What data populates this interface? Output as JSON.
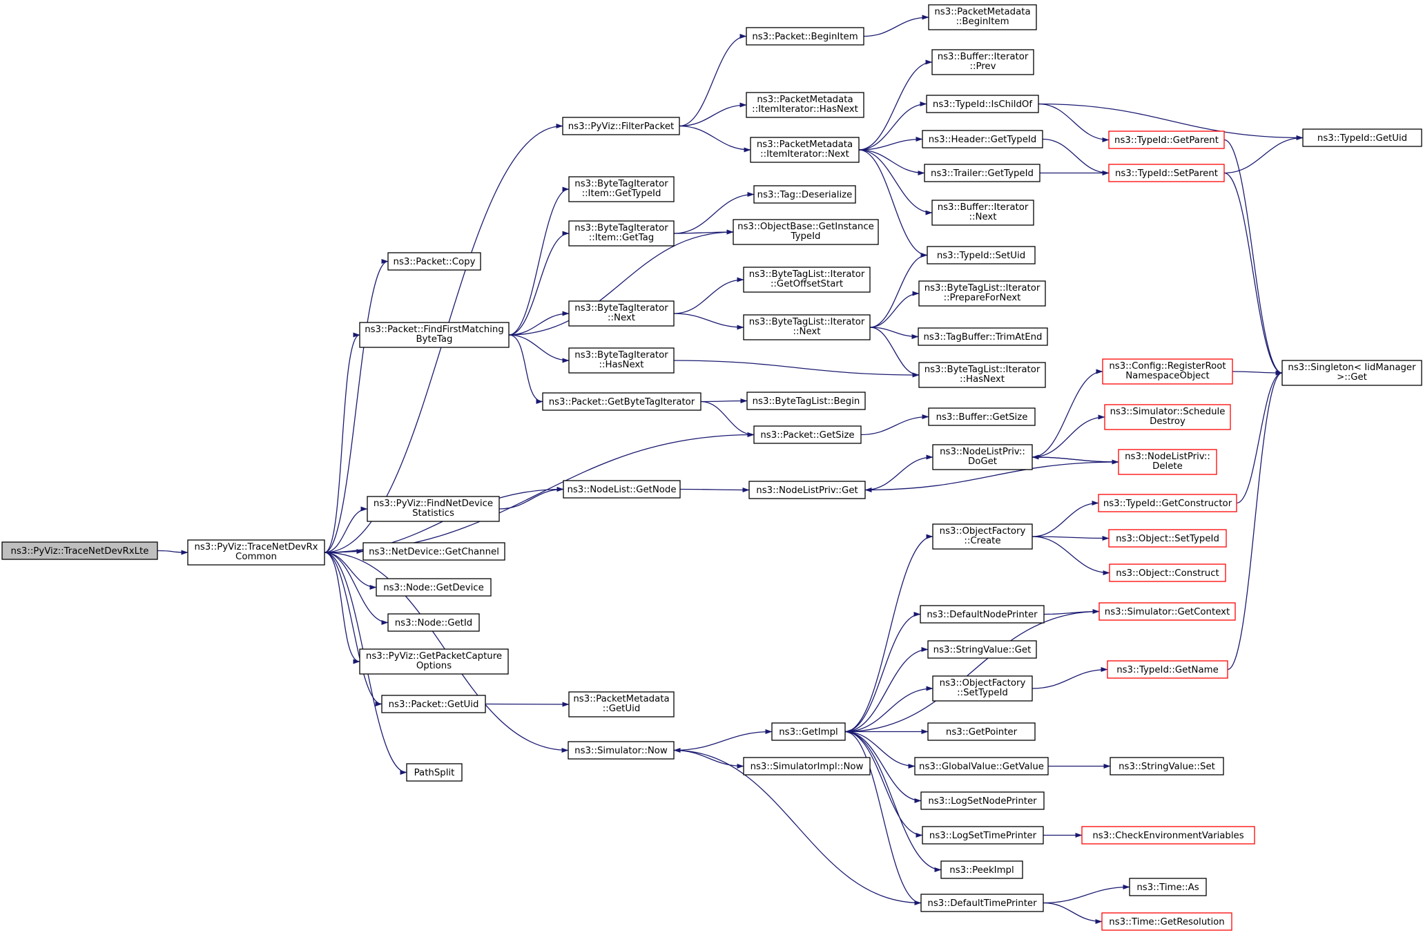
{
  "nodes": {
    "trace_lte": "ns3::PyViz::TraceNetDevRxLte",
    "trace_common": [
      "ns3::PyViz::TraceNetDevRx",
      "Common"
    ],
    "packet_copy": "ns3::Packet::Copy",
    "find_first": [
      "ns3::Packet::FindFirstMatching",
      "ByteTag"
    ],
    "find_netdev_stats": [
      "ns3::PyViz::FindNetDevice",
      "Statistics"
    ],
    "netdevice_getchannel": "ns3::NetDevice::GetChannel",
    "node_getdevice": "ns3::Node::GetDevice",
    "node_getid": "ns3::Node::GetId",
    "get_packet_capture": [
      "ns3::PyViz::GetPacketCapture",
      "Options"
    ],
    "packet_getuid": "ns3::Packet::GetUid",
    "pathsplit": "PathSplit",
    "filter_packet": "ns3::PyViz::FilterPacket",
    "bti_item_gettypeid": [
      "ns3::ByteTagIterator",
      "::Item::GetTypeId"
    ],
    "bti_item_gettag": [
      "ns3::ByteTagIterator",
      "::Item::GetTag"
    ],
    "bti_next": [
      "ns3::ByteTagIterator",
      "::Next"
    ],
    "bti_hasnext": [
      "ns3::ByteTagIterator",
      "::HasNext"
    ],
    "packet_getbytetagiterator": "ns3::Packet::GetByteTagIterator",
    "nodelist_getnode": "ns3::NodeList::GetNode",
    "packetmetadata_getuid": [
      "ns3::PacketMetadata",
      "::GetUid"
    ],
    "simulator_now": "ns3::Simulator::Now",
    "packet_beginitem": "ns3::Packet::BeginItem",
    "pm_itemiterator_hasnext": [
      "ns3::PacketMetadata",
      "::ItemIterator::HasNext"
    ],
    "pm_itemiterator_next": [
      "ns3::PacketMetadata",
      "::ItemIterator::Next"
    ],
    "tag_deserialize": "ns3::Tag::Deserialize",
    "objectbase_getinstancetypeid": [
      "ns3::ObjectBase::GetInstance",
      "TypeId"
    ],
    "btl_iter_getoffsetstart": [
      "ns3::ByteTagList::Iterator",
      "::GetOffsetStart"
    ],
    "btl_iter_next": [
      "ns3::ByteTagList::Iterator",
      "::Next"
    ],
    "btl_begin": "ns3::ByteTagList::Begin",
    "packet_getsize": "ns3::Packet::GetSize",
    "nodelistpriv_get": "ns3::NodeListPriv::Get",
    "getimpl": "ns3::GetImpl",
    "simulatorimpl_now": "ns3::SimulatorImpl::Now",
    "pm_beginitem": [
      "ns3::PacketMetadata",
      "::BeginItem"
    ],
    "buffer_iter_prev": [
      "ns3::Buffer::Iterator",
      "::Prev"
    ],
    "typeid_ischildof": "ns3::TypeId::IsChildOf",
    "header_gettypeid": "ns3::Header::GetTypeId",
    "trailer_gettypeid": "ns3::Trailer::GetTypeId",
    "buffer_iter_next": [
      "ns3::Buffer::Iterator",
      "::Next"
    ],
    "typeid_setuid": "ns3::TypeId::SetUid",
    "btl_iter_preparefornext": [
      "ns3::ByteTagList::Iterator",
      "::PrepareForNext"
    ],
    "tagbuffer_trimatend": "ns3::TagBuffer::TrimAtEnd",
    "btl_iter_hasnext": [
      "ns3::ByteTagList::Iterator",
      "::HasNext"
    ],
    "buffer_getsize": "ns3::Buffer::GetSize",
    "nodelistpriv_doget": [
      "ns3::NodeListPriv::",
      "DoGet"
    ],
    "objectfactory_create": [
      "ns3::ObjectFactory",
      "::Create"
    ],
    "defaultnodeprinter": "ns3::DefaultNodePrinter",
    "stringvalue_get": "ns3::StringValue::Get",
    "objectfactory_settypeid": [
      "ns3::ObjectFactory",
      "::SetTypeId"
    ],
    "getpointer": "ns3::GetPointer",
    "globalvalue_getvalue": "ns3::GlobalValue::GetValue",
    "logsetnodeprinter": "ns3::LogSetNodePrinter",
    "logsettimeprinter": "ns3::LogSetTimePrinter",
    "peekimpl": "ns3::PeekImpl",
    "defaulttimeprinter": "ns3::DefaultTimePrinter",
    "typeid_getparent": "ns3::TypeId::GetParent",
    "typeid_setparent": "ns3::TypeId::SetParent",
    "config_registerroot": [
      "ns3::Config::RegisterRoot",
      "NamespaceObject"
    ],
    "simulator_scheduledestroy": [
      "ns3::Simulator::Schedule",
      "Destroy"
    ],
    "nodelistpriv_delete": [
      "ns3::NodeListPriv::",
      "Delete"
    ],
    "typeid_getconstructor": "ns3::TypeId::GetConstructor",
    "object_settypeid": "ns3::Object::SetTypeId",
    "object_construct": "ns3::Object::Construct",
    "simulator_getcontext": "ns3::Simulator::GetContext",
    "typeid_getname": "ns3::TypeId::GetName",
    "stringvalue_set": "ns3::StringValue::Set",
    "checkenvironmentvariables": "ns3::CheckEnvironmentVariables",
    "time_as": "ns3::Time::As",
    "time_getresolution": "ns3::Time::GetResolution",
    "typeid_getuid": "ns3::TypeId::GetUid",
    "singleton_get": [
      "ns3::Singleton< IidManager",
      ">::Get"
    ]
  },
  "colors": {
    "edge": "#191970",
    "root_fill": "#bfbfbf",
    "external_border": "#ff0000",
    "node_border": "#000000"
  }
}
